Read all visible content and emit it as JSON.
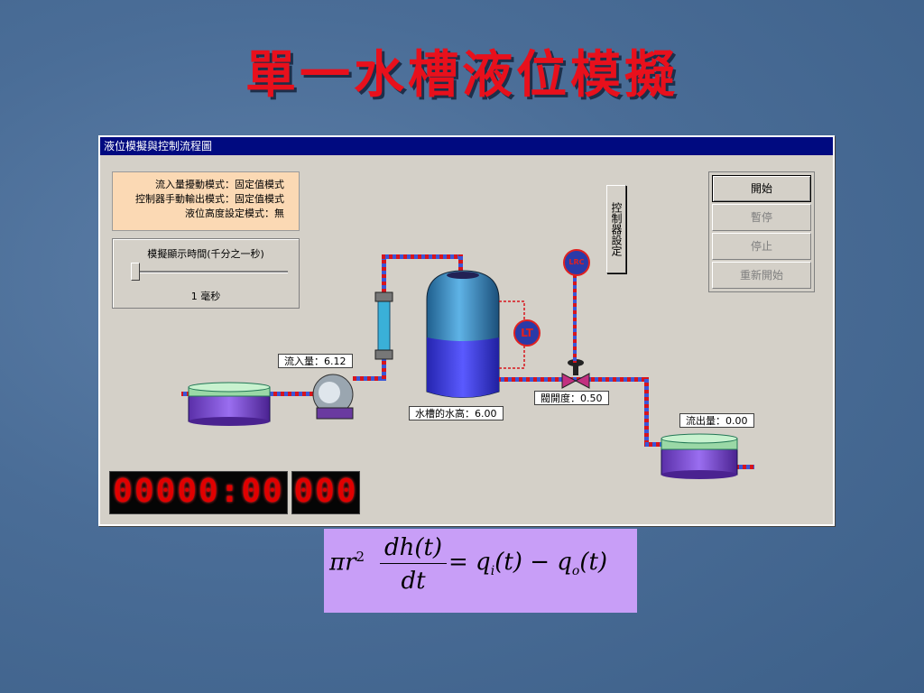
{
  "slide": {
    "title": "單一水槽液位模擬"
  },
  "window": {
    "title": "液位模擬與控制流程圖"
  },
  "info": {
    "lines": [
      "流入量擾動模式：固定值模式",
      "控制器手動輸出模式：固定值模式",
      "液位高度設定模式：無"
    ]
  },
  "slider": {
    "label": "模擬顯示時間(千分之一秒)",
    "value_text": "1 毫秒",
    "position_fraction": 0.0
  },
  "controller_button": {
    "label": "控制器設定"
  },
  "buttons": {
    "start": "開始",
    "pause": "暫停",
    "stop": "停止",
    "restart": "重新開始"
  },
  "readouts": {
    "inflow": "流入量：6.12",
    "tank_level": "水槽的水高：6.00",
    "valve": "閥開度：0.50",
    "outflow": "流出量：0.00"
  },
  "instruments": {
    "lt": "LT",
    "lrc": "LRC"
  },
  "tank": {
    "level_fraction": 0.5
  },
  "clock": {
    "main": "00000:00",
    "ms": "000"
  },
  "colors": {
    "title": "#e8101c",
    "pipe_red": "#d8141c",
    "pipe_blue": "#3a56d8",
    "tank_blue": "#2e7fb8",
    "water": "#3b3bd8",
    "formula_bg": "#c89ef7"
  },
  "formula": {
    "pi_r": "πr",
    "exp": "2",
    "num": "dh(t)",
    "den": "dt",
    "rhs": "= q",
    "qi_sub": "i",
    "mid": "(t) − q",
    "qo_sub": "o",
    "tail": "(t)"
  }
}
